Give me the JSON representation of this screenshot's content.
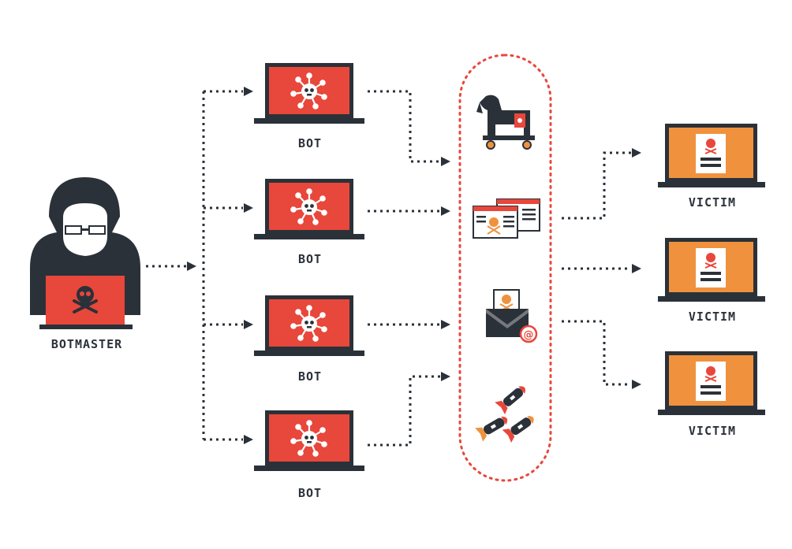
{
  "botmaster": {
    "label": "BOTMASTER"
  },
  "bots": [
    {
      "label": "BOT"
    },
    {
      "label": "BOT"
    },
    {
      "label": "BOT"
    },
    {
      "label": "BOT"
    }
  ],
  "attacks": [
    {
      "icon": "trojan-horse-icon"
    },
    {
      "icon": "web-pages-icon"
    },
    {
      "icon": "email-envelope-icon"
    },
    {
      "icon": "missiles-icon"
    }
  ],
  "victims": [
    {
      "label": "VICTIM"
    },
    {
      "label": "VICTIM"
    },
    {
      "label": "VICTIM"
    }
  ],
  "colors": {
    "dark": "#2b3139",
    "bot_screen": "#e8473b",
    "victim_screen": "#f0923d",
    "accent_red": "#e8473b",
    "dots": "#2b3139",
    "capsule_dots": "#e8473b"
  }
}
